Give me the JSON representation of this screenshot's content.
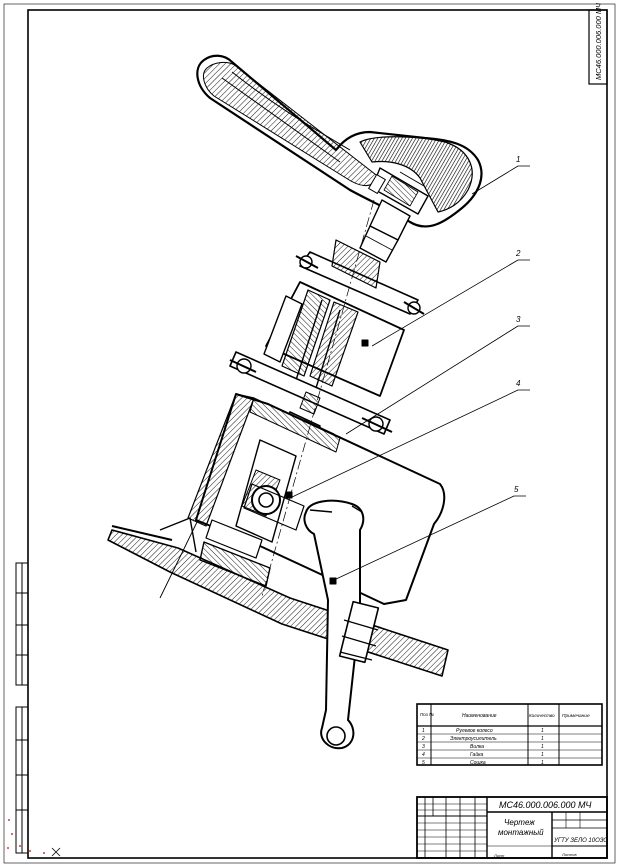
{
  "frame_code": "МС46.000.006.000 МЧ",
  "drawing": {
    "leaders": [
      {
        "label": "1"
      },
      {
        "label": "2"
      },
      {
        "label": "3"
      },
      {
        "label": "4"
      },
      {
        "label": "5"
      }
    ]
  },
  "spec_table": {
    "headers": [
      "Поз №",
      "Наименование",
      "Количество",
      "Примечание"
    ],
    "rows": [
      {
        "pos": "1",
        "name": "Рулевое колесо",
        "qty": "1",
        "note": ""
      },
      {
        "pos": "2",
        "name": "Электроусилитель",
        "qty": "1",
        "note": ""
      },
      {
        "pos": "3",
        "name": "Вилка",
        "qty": "1",
        "note": ""
      },
      {
        "pos": "4",
        "name": "Гайка",
        "qty": "1",
        "note": ""
      },
      {
        "pos": "5",
        "name": "Сошка",
        "qty": "1",
        "note": ""
      }
    ]
  },
  "title_block": {
    "designation": "МС46.000.006.000 МЧ",
    "title_line1": "Чертеж",
    "title_line2": "монтажный",
    "org": "УГТУ ЗЕЛО 10ОЗО",
    "sheet_label": "Лист",
    "sheets_label": "Листов"
  }
}
